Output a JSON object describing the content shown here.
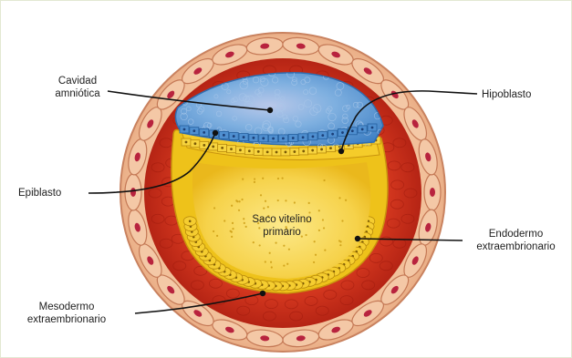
{
  "colors": {
    "page_bg": "#eef3df",
    "outer_cells": "#ecb48a",
    "outer_cell_border": "#c97a5a",
    "mesoderm": "#c62a18",
    "amniotic_cavity": "#5f9ed6",
    "epiblast_yolk_layer": "#f2c51c",
    "yolk_sac_interior": "#f7d456",
    "label_text": "#1e1e1e",
    "leader_line": "#111111"
  },
  "labels": {
    "cavidad": [
      "Cavidad",
      "amniótica"
    ],
    "hipoblasto": "Hipoblasto",
    "epiblasto": "Epiblasto",
    "saco": [
      "Saco vitelino",
      "primario"
    ],
    "endodermo": [
      "Endodermo",
      "extraembrionario"
    ],
    "mesodermo": [
      "Mesodermo",
      "extraembrionario"
    ]
  }
}
